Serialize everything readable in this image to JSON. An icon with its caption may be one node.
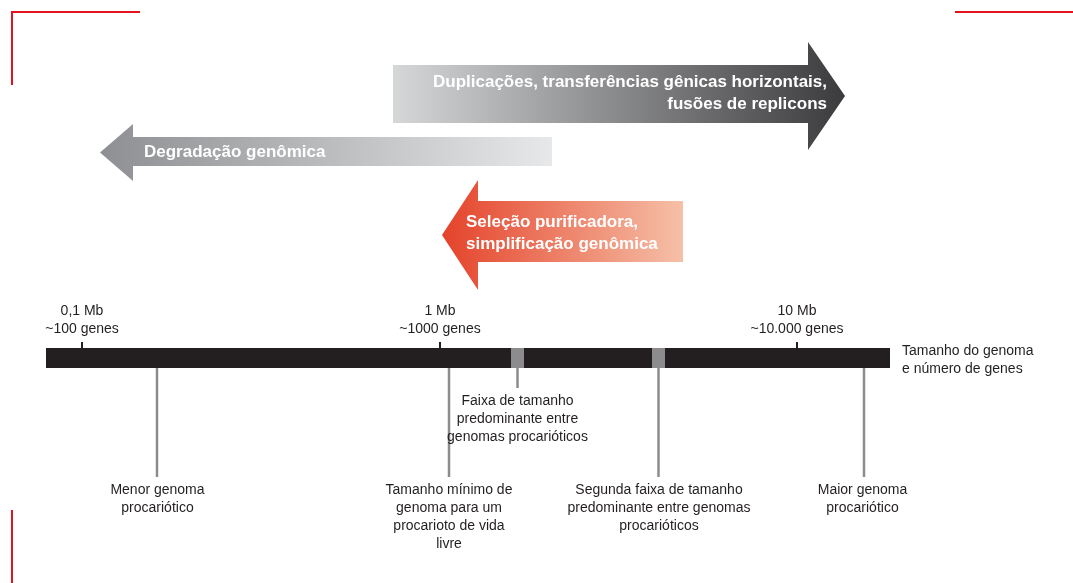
{
  "diagram": {
    "nodes": [
      {
        "text": [
          "Duplicações, transferências gênicas horizontais, fusões de replicons"
        ]
      },
      {
        "text": [
          "Degradação genômica"
        ]
      },
      {
        "text": [
          "Seleção purificadora, simplificação genômica"
        ]
      },
      {
        "text": [],
        "shape": "bar",
        "beside": [
          "Tamanho do genoma e número de genes"
        ]
      },
      {
        "text": [],
        "shape": "box",
        "in": 3
      },
      {
        "text": [],
        "shape": "box",
        "in": 3
      },
      {
        "text": [
          "Menor genoma procariótico"
        ]
      },
      {
        "text": [
          "Tamanho mínimo de genoma para um procarioto de vida livre"
        ]
      },
      {
        "text": [
          "Faixa de tamanho predominante entre genomas procarióticos"
        ]
      },
      {
        "text": [
          "Segunda faixa de tamanho predominante entre genomas procarióticos"
        ]
      },
      {
        "text": [
          "Maior genoma procariótico"
        ]
      }
    ],
    "edges": [
      {
        "from": 6,
        "to": 3,
        "arrow": "none"
      },
      {
        "from": 7,
        "to": 3,
        "arrow": "none"
      },
      {
        "from": 8,
        "to": 4,
        "arrow": "none"
      },
      {
        "from": 9,
        "to": 5,
        "arrow": "none"
      },
      {
        "from": 10,
        "to": 3,
        "arrow": "none"
      }
    ],
    "labels": [
      "0,1 Mb",
      "~100 genes",
      "1 Mb",
      "~1000 genes",
      "10 Mb",
      "~10.000 genes"
    ]
  }
}
